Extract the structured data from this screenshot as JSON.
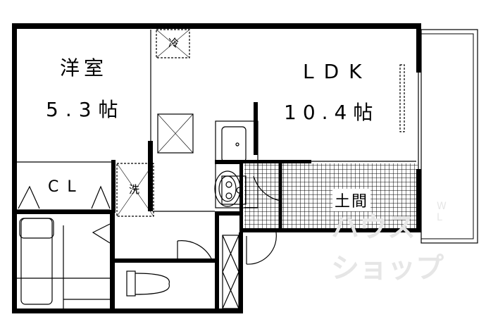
{
  "rooms": {
    "bedroom": {
      "name": "洋室",
      "size": "5.3帖"
    },
    "ldk": {
      "name": "LDK",
      "size": "10.4帖"
    },
    "closet": {
      "name": "CL"
    },
    "entry": {
      "name": "土間"
    }
  },
  "fixtures": {
    "washer": "洗",
    "fridge": "冷"
  },
  "watermark": {
    "line1": "ハウス",
    "line2": "ショップ",
    "tag": "WL"
  }
}
